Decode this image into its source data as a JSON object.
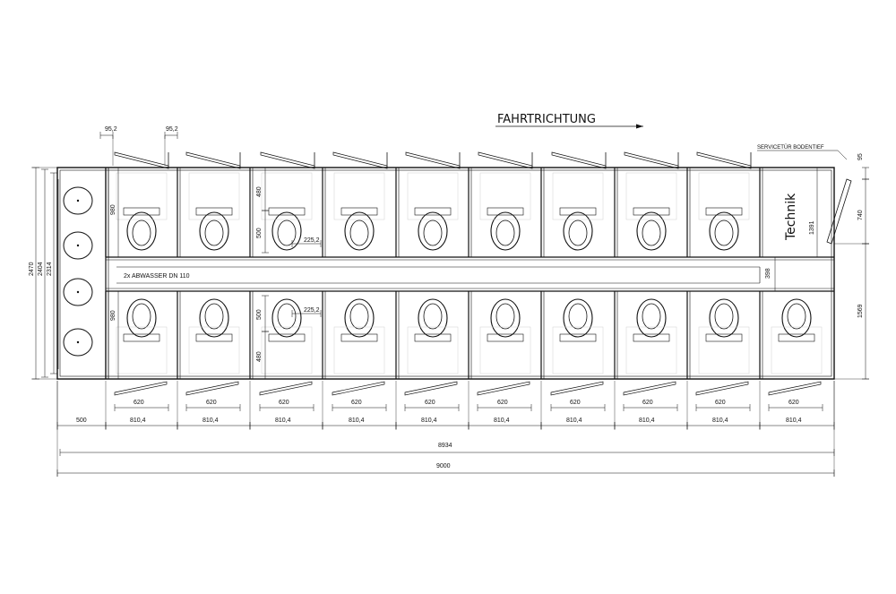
{
  "drawing": {
    "direction_label": "FAHRTRICHTUNG",
    "service_door_label": "SERVICETÜR BODENTIEF",
    "technik_label": "Technik",
    "drain_label": "2x ABWASSER DN 110",
    "dims": {
      "hinge_left_1": "95,2",
      "hinge_left_2": "95,2",
      "height_total": "2470",
      "height_inner1": "2404",
      "height_inner2": "2314",
      "cabin_upper_depth": "980",
      "cabin_lower_depth": "980",
      "bowl_offset_top": "480",
      "bowl_height_top": "500",
      "bowl_side_top": "225,2",
      "bowl_side_bottom": "225,2",
      "bowl_height_bottom": "500",
      "bowl_offset_bottom": "480",
      "technik_depth": "1391",
      "corridor": "398",
      "service_small": "95",
      "service_door": "740",
      "right_lower": "1569",
      "door_width": "620",
      "cabin_pitch": "810,4",
      "cabin_pitch_last": "810,4",
      "sink_zone": "500",
      "length_inner": "8934",
      "length_total": "9000"
    }
  },
  "colors": {
    "line": "#111111",
    "fixture": "#b8b8b8",
    "grid": "#d0d0d0"
  }
}
